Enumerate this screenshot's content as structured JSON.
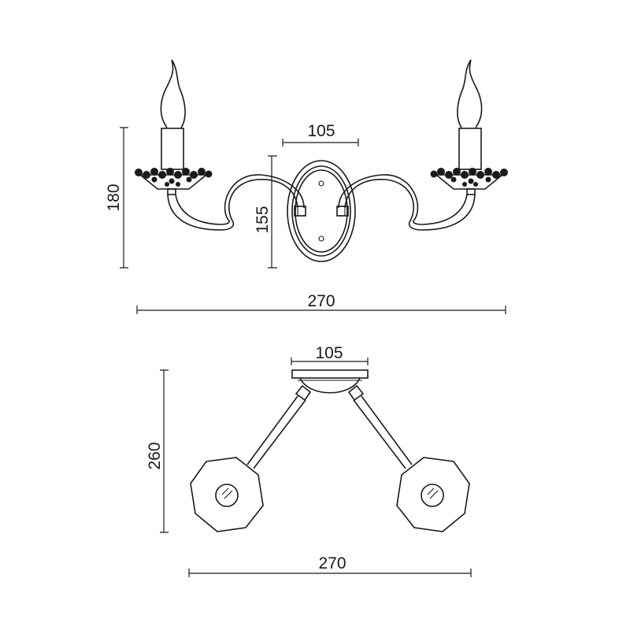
{
  "front_view": {
    "height_total": "180",
    "backplate_height": "155",
    "backplate_width": "105",
    "overall_width": "270"
  },
  "top_view": {
    "backplate_width": "105",
    "projection": "260",
    "overall_width": "270"
  },
  "colors": {
    "line": "#1a1a1a",
    "background": "#ffffff"
  }
}
